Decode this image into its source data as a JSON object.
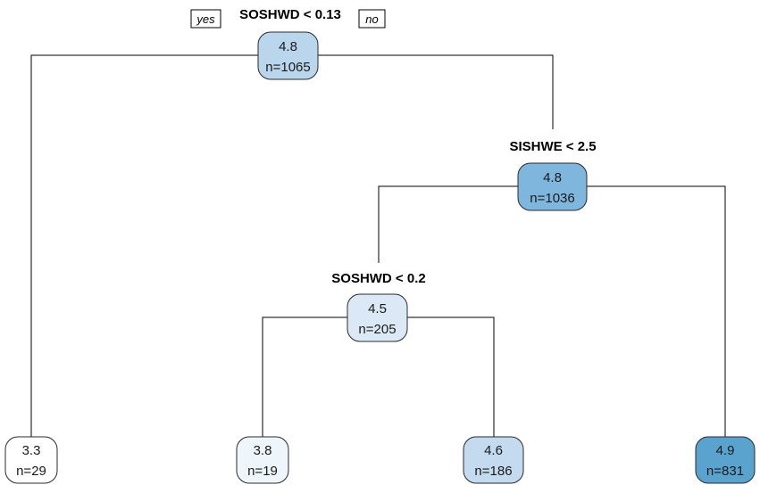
{
  "tree": {
    "colors": {
      "scale_low": "#ffffff",
      "scale_high": "#5aa3cf",
      "edge": "#000000",
      "node_border": "#2b2b2b"
    },
    "branch_tags": {
      "yes": "yes",
      "no": "no"
    },
    "splits": [
      {
        "id": "s0",
        "label": "SOSHWD < 0.13"
      },
      {
        "id": "s1",
        "label": "SISHWE < 2.5"
      },
      {
        "id": "s2",
        "label": "SOSHWD < 0.2"
      }
    ],
    "nodes": [
      {
        "id": "n0",
        "value": "4.8",
        "n": "n=1065",
        "fill": "#b9d6ec"
      },
      {
        "id": "n1",
        "value": "4.8",
        "n": "n=1036",
        "fill": "#7fb6dd"
      },
      {
        "id": "n2",
        "value": "4.5",
        "n": "n=205",
        "fill": "#dbe9f6"
      },
      {
        "id": "n3",
        "value": "3.3",
        "n": "n=29",
        "fill": "#ffffff"
      },
      {
        "id": "n4",
        "value": "3.8",
        "n": "n=19",
        "fill": "#eef5fb"
      },
      {
        "id": "n5",
        "value": "4.6",
        "n": "n=186",
        "fill": "#c4daee"
      },
      {
        "id": "n6",
        "value": "4.9",
        "n": "n=831",
        "fill": "#5aa3cf"
      }
    ]
  }
}
